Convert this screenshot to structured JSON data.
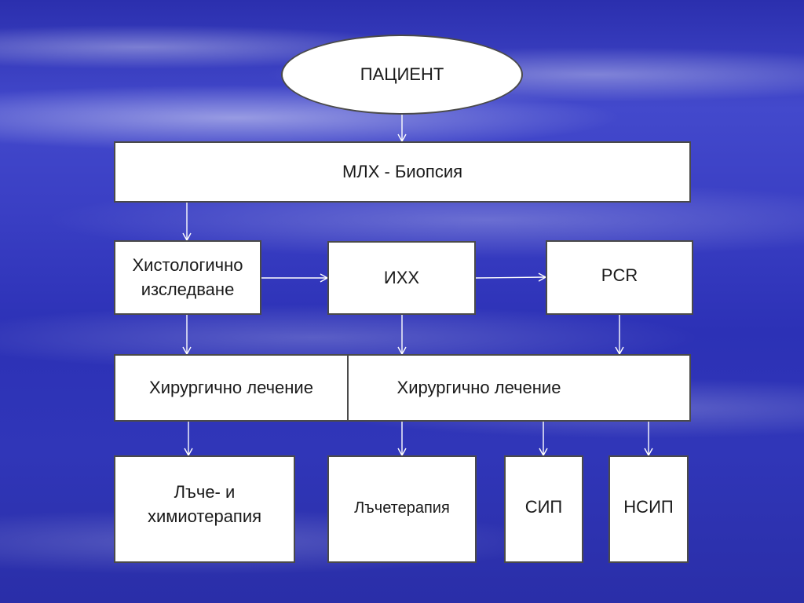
{
  "diagram": {
    "patient": "ПАЦИЕНТ",
    "biopsy": "МЛХ - Биопсия",
    "histology": "Хистологично\nизследване",
    "ihc": "ИХХ",
    "pcr": "PCR",
    "surgery_left": "Хирургично лечение",
    "surgery_right": "Хирургично лечение",
    "radio_chemo": "Лъче- и\nхимиотерапия",
    "radiotherapy": "Лъчетерапия",
    "sip": "СИП",
    "nsip": "НСИП"
  },
  "colors": {
    "box_fill": "#ffffff",
    "box_border": "#4a4a4a",
    "arrow": "#ffffff",
    "background": "#3a3fc4"
  }
}
